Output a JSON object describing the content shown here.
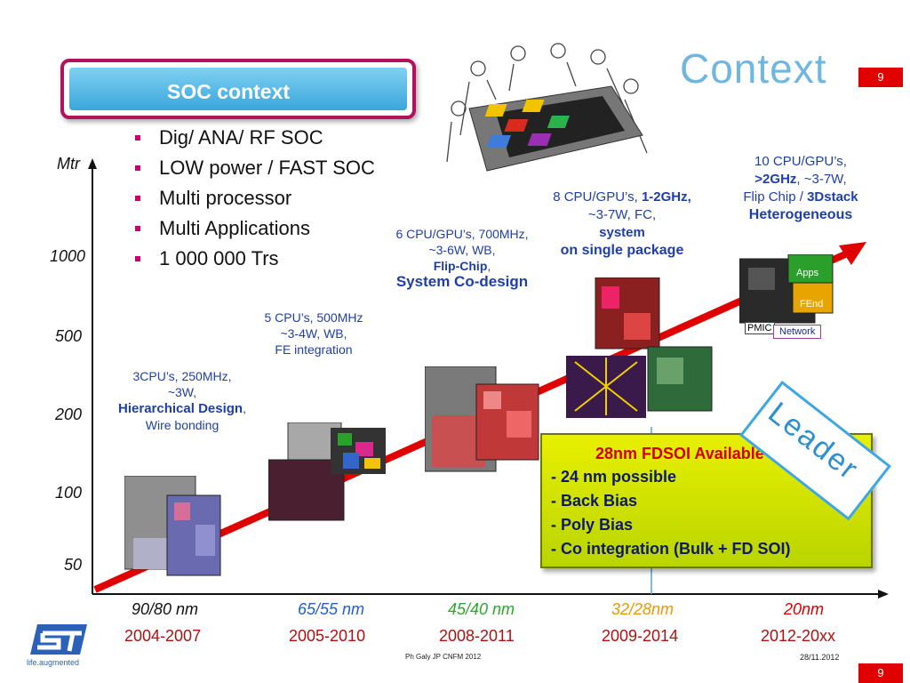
{
  "title": "Context",
  "page_number": "9",
  "soc_box_label": "SOC context",
  "bullets": [
    "Dig/ ANA/ RF SOC",
    "LOW power / FAST SOC",
    "Multi processor",
    "Multi Applications",
    "1 000 000 Trs"
  ],
  "y_axis": {
    "label": "Mtr",
    "ticks": [
      "1000",
      "500",
      "200",
      "100",
      "50"
    ]
  },
  "generations": [
    {
      "node": "90/80 nm",
      "years": "2004-2007",
      "color": "#111111"
    },
    {
      "node": "65/55 nm",
      "years": "2005-2010",
      "color": "#1f5fd0"
    },
    {
      "node": "45/40 nm",
      "years": "2008-2011",
      "color": "#2aa82a"
    },
    {
      "node": "32/28nm",
      "years": "2009-2014",
      "color": "#e89a00"
    },
    {
      "node": "20nm",
      "years": "2012-20xx",
      "color": "#e00000"
    }
  ],
  "annotations": {
    "a1": {
      "l1": "3CPU’s, 250MHz,",
      "l2": "~3W,",
      "l3": "Hierarchical Design",
      "l3b": ",",
      "l4": "Wire bonding"
    },
    "a2": {
      "l1": "5 CPU’s, 500MHz",
      "l2": "~3-4W, WB,",
      "l3": "FE integration"
    },
    "a3": {
      "l1": "6 CPU/GPU’s, 700MHz,",
      "l2": "~3-6W,  WB,",
      "l3": "Flip-Chip",
      "l3b": ",",
      "l4": "System Co-design"
    },
    "a4": {
      "l1a": "8 CPU/GPU’s, ",
      "l1b": "1-2GHz,",
      "l2": "~3-7W, FC,",
      "l3": "system",
      "l4": "on single package"
    },
    "a5": {
      "l1": "10 CPU/GPU’s,",
      "l2a": ">2GHz",
      "l2b": ", ~3-7W,",
      "l3a": "Flip Chip / ",
      "l3b": "3Dstack",
      "l4": "Heterogeneous"
    }
  },
  "stack_labels": {
    "apps": "Apps",
    "fend": "FEnd",
    "pmic": "PMIC",
    "network": "Network"
  },
  "fdsoi_box": {
    "title": "28nm FDSOI  Available",
    "lines": [
      "- 24 nm possible",
      "- Back Bias",
      "- Poly Bias",
      "- Co integration (Bulk + FD SOI)"
    ]
  },
  "leader": "Leader",
  "logo_tagline": "life.augmented",
  "footer_author": "Ph Galy JP CNFM 2012",
  "footer_date": "28/11.2012",
  "colors": {
    "accent_red": "#e00000",
    "title_blue": "#6fb6e0",
    "fdsoi_yellow": "#d4e600"
  }
}
